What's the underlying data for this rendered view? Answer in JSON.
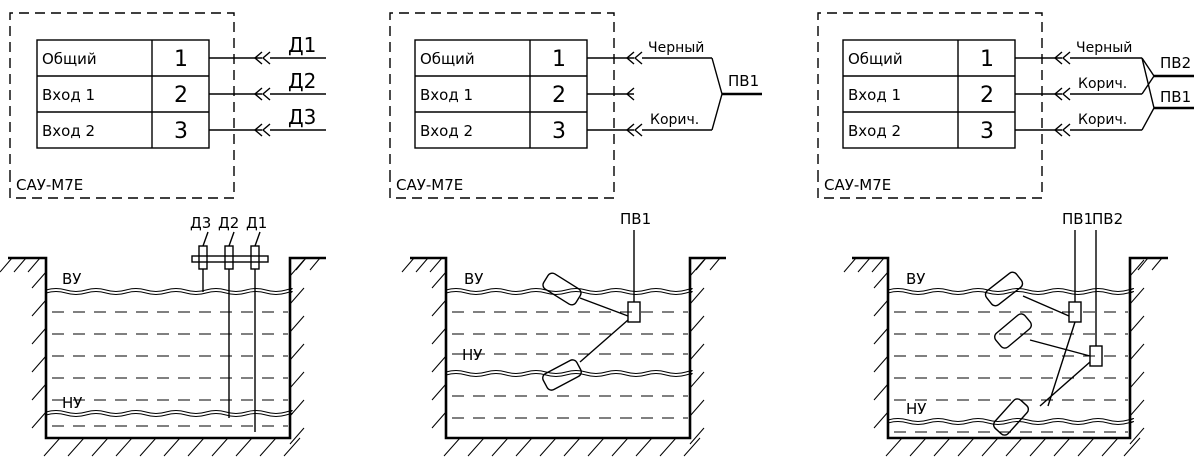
{
  "controller": {
    "rows": [
      {
        "label": "Общий",
        "num": "1"
      },
      {
        "label": "Вход 1",
        "num": "2"
      },
      {
        "label": "Вход 2",
        "num": "3"
      }
    ],
    "model": "САУ-М7Е"
  },
  "scheme1": {
    "wires": [
      "Д1",
      "Д2",
      "Д3"
    ],
    "electrodes": [
      "Д3",
      "Д2",
      "Д1"
    ],
    "upper_level": "ВУ",
    "lower_level": "НУ"
  },
  "scheme2": {
    "wire_black": "Черный",
    "wire_brown": "Корич.",
    "group": "ПВ1",
    "sensor": "ПВ1",
    "upper_level": "ВУ",
    "lower_level": "НУ"
  },
  "scheme3": {
    "wire_black": "Черный",
    "wire_brown_1": "Корич.",
    "wire_brown_2": "Корич.",
    "group_top": "ПВ2",
    "group_bottom": "ПВ1",
    "sensor_1": "ПВ1",
    "sensor_2": "ПВ2",
    "upper_level": "ВУ",
    "lower_level": "НУ"
  }
}
